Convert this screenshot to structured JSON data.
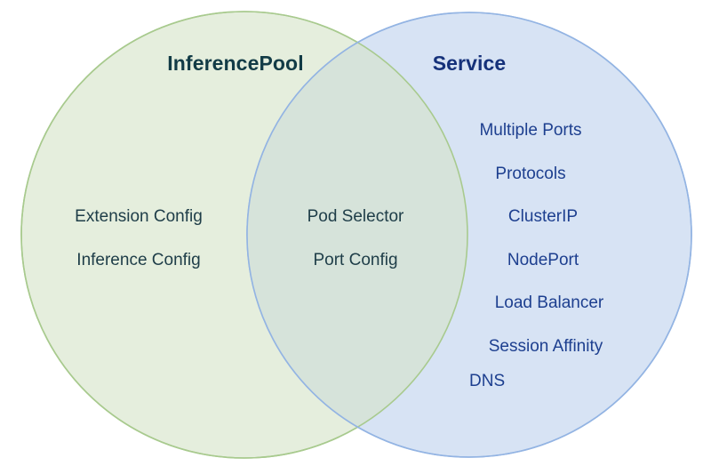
{
  "diagram": {
    "type": "venn",
    "background": "#ffffff",
    "left_circle": {
      "title": "InferencePool",
      "fill": "#e5eedd",
      "stroke": "#a8ca8e",
      "title_color": "#123b46",
      "text_color": "#1e3d48",
      "items": [
        "Extension Config",
        "Inference Config"
      ]
    },
    "right_circle": {
      "title": "Service",
      "fill": "#d7e3f4",
      "stroke": "#93b4e3",
      "title_color": "#15317a",
      "text_color": "#1d3f8f",
      "items": [
        "Multiple Ports",
        "Protocols",
        "ClusterIP",
        "NodePort",
        "Load Balancer",
        "Session Affinity",
        "DNS"
      ]
    },
    "intersection": {
      "fill": "#d6e3da",
      "text_color": "#1e3d48",
      "items": [
        "Pod Selector",
        "Port Config"
      ]
    }
  }
}
